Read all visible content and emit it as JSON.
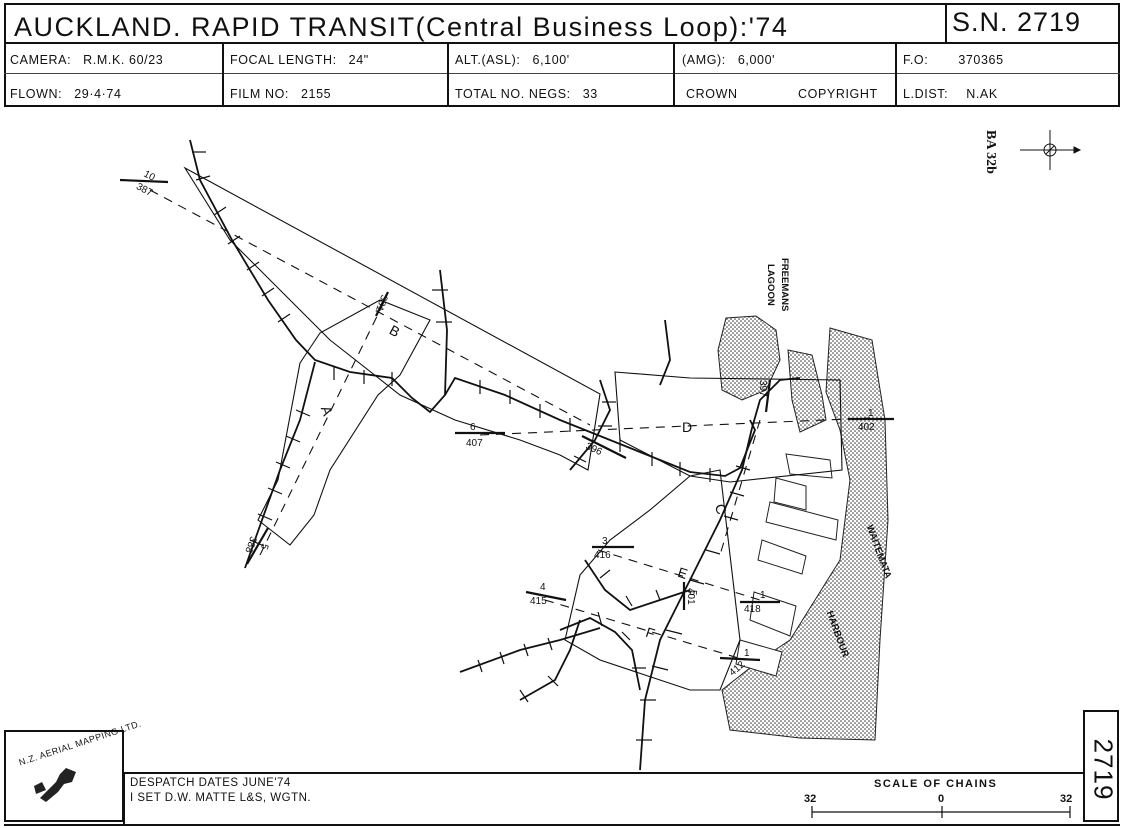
{
  "header": {
    "title": "AUCKLAND. RAPID TRANSIT(Central Business Loop):'74",
    "sn": "S.N. 2719",
    "camera_label": "CAMERA:",
    "camera_value": "R.M.K. 60/23",
    "focal_label": "FOCAL LENGTH:",
    "focal_value": "24\"",
    "alt_label": "ALT.(ASL):",
    "alt_value": "6,100'",
    "amg_label": "(AMG):",
    "amg_value": "6,000'",
    "fo_label": "F.O:",
    "fo_value": "370365",
    "flown_label": "FLOWN:",
    "flown_value": "29·4·74",
    "film_label": "FILM NO:",
    "film_value": "2155",
    "negs_label": "TOTAL NO. NEGS:",
    "negs_value": "33",
    "crown": "CROWN",
    "copyright": "COPYRIGHT",
    "ldist_label": "L.DIST:",
    "ldist_value": "N.AK"
  },
  "map": {
    "ref": "BA 32b",
    "freemans": "FREEMANS",
    "lagoon": "LAGOON",
    "waitemata": "WAITEMATA",
    "harbour": "HARBOUR",
    "strips": [
      {
        "letter": "A",
        "run": "5",
        "photo": "388"
      },
      {
        "letter": "B",
        "run": "10",
        "photo": "387"
      },
      {
        "letter": "",
        "run": "",
        "photo": "381"
      },
      {
        "letter": "D",
        "run": "6",
        "photo": "407"
      },
      {
        "letter": "",
        "run": "",
        "photo": "396"
      },
      {
        "letter": "",
        "run": "1",
        "photo": "402"
      },
      {
        "letter": "",
        "run": "",
        "photo": "397"
      },
      {
        "letter": "C",
        "run": "3",
        "photo": "416"
      },
      {
        "letter": "E",
        "run": "1",
        "photo": "418"
      },
      {
        "letter": "F",
        "run": "4",
        "photo": "415"
      },
      {
        "letter": "",
        "run": "1",
        "photo": "412"
      },
      {
        "letter": "",
        "run": "5",
        "photo": "401"
      }
    ]
  },
  "footer": {
    "despatch_label": "DESPATCH DATES",
    "despatch_value": "JUNE'74",
    "set_line": "I SET D.W. MATTE L&S, WGTN.",
    "scale_title": "SCALE OF CHAINS",
    "scale_left": "32",
    "scale_mid": "0",
    "scale_right": "32",
    "sheet_no": "2719",
    "logo_text": "N.Z. AERIAL MAPPING LTD."
  }
}
